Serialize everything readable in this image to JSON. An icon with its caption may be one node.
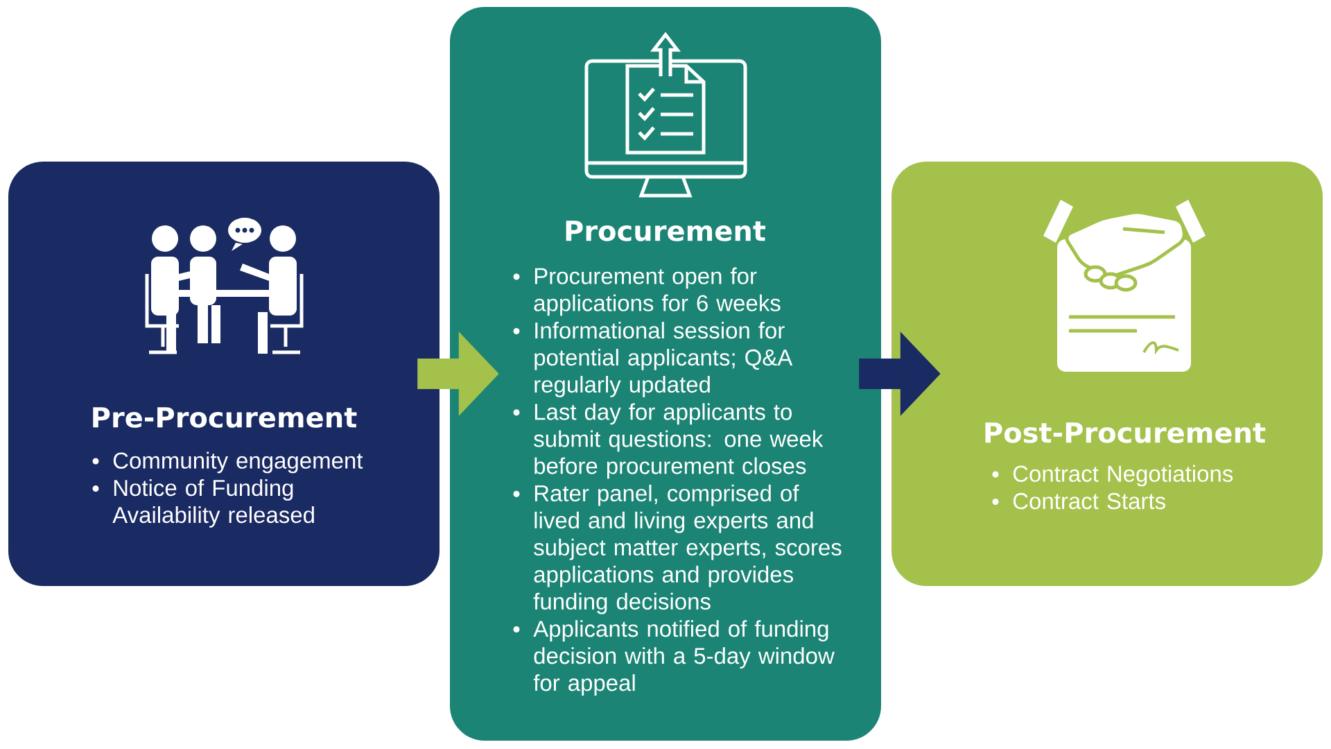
{
  "diagram": {
    "nodes": [
      {
        "text": [
          "Pre-Procurement",
          "Community engagement",
          "Notice of Funding Availability released"
        ]
      },
      {
        "text": [
          "Procurement",
          "Procurement open for applications for 6 weeks",
          "Informational session for potential applicants; Q&A regularly updated",
          "Last day for applicants to submit questions: one week before procurement closes",
          "Rater panel, comprised of lived and living experts and subject matter experts, scores applications and provides funding decisions",
          "Applicants notified of funding decision with a 5-day window for appeal"
        ]
      },
      {
        "text": [
          "Post-Procurement",
          "Contract Negotiations",
          "Contract Starts"
        ]
      }
    ],
    "edges": [
      {
        "from": 0,
        "to": 1,
        "arrow": "to",
        "color": "#a4c14b"
      },
      {
        "from": 1,
        "to": 2,
        "arrow": "to",
        "color": "#1a2a62"
      }
    ]
  }
}
